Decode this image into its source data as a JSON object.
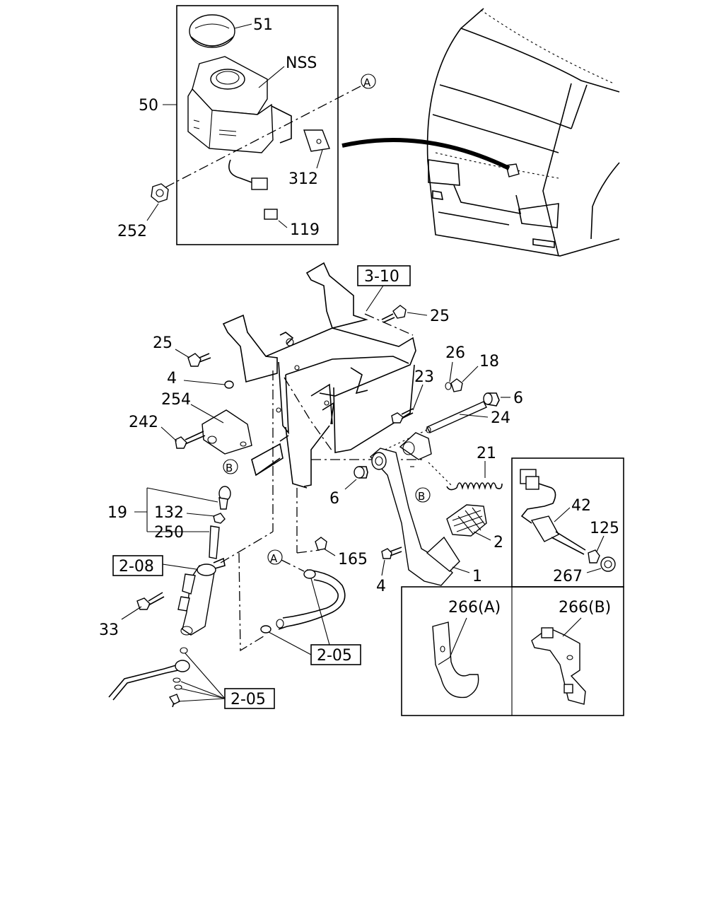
{
  "callouts": {
    "c51": "51",
    "cnss": "NSS",
    "c50": "50",
    "cA_top": "A",
    "c312": "312",
    "c252": "252",
    "c119": "119",
    "c25a": "25",
    "c25b": "25",
    "c4a": "4",
    "c254": "254",
    "c242": "242",
    "cB_left": "B",
    "c19": "19",
    "c132": "132",
    "c250": "250",
    "c26": "26",
    "c18": "18",
    "c23": "23",
    "c6a": "6",
    "c24": "24",
    "c21": "21",
    "cB_mid": "B",
    "c6b": "6",
    "c2": "2",
    "c165": "165",
    "c1": "1",
    "c4b": "4",
    "cA_mid": "A",
    "c33": "33",
    "c42": "42",
    "c125": "125",
    "c267": "267",
    "c266a": "266(A)",
    "c266b": "266(B)"
  },
  "refs": {
    "r310": "3-10",
    "r208": "2-08",
    "r205a": "2-05",
    "r205b": "2-05"
  }
}
